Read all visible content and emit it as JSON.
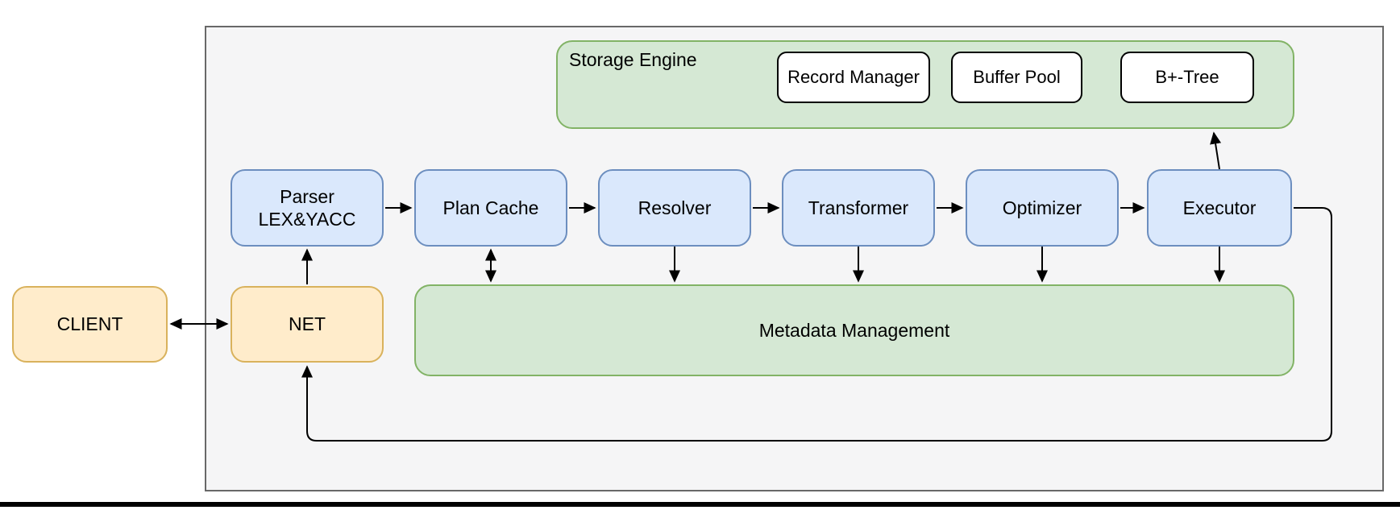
{
  "groups": {
    "storage_engine": {
      "label": "Storage Engine"
    },
    "metadata_management": {
      "label": "Metadata Management"
    }
  },
  "nodes": {
    "client": {
      "label": "CLIENT"
    },
    "net": {
      "label": "NET"
    },
    "parser": {
      "line1": "Parser",
      "line2": "LEX&YACC"
    },
    "plan_cache": {
      "label": "Plan Cache"
    },
    "resolver": {
      "label": "Resolver"
    },
    "transformer": {
      "label": "Transformer"
    },
    "optimizer": {
      "label": "Optimizer"
    },
    "executor": {
      "label": "Executor"
    },
    "record_manager": {
      "label": "Record Manager"
    },
    "buffer_pool": {
      "label": "Buffer Pool"
    },
    "b_plus_tree": {
      "label": "B+-Tree"
    }
  },
  "edges": [
    {
      "from": "client",
      "to": "net",
      "style": "bidirectional"
    },
    {
      "from": "net",
      "to": "parser",
      "style": "directed"
    },
    {
      "from": "parser",
      "to": "plan_cache",
      "style": "directed"
    },
    {
      "from": "plan_cache",
      "to": "resolver",
      "style": "directed"
    },
    {
      "from": "resolver",
      "to": "transformer",
      "style": "directed"
    },
    {
      "from": "transformer",
      "to": "optimizer",
      "style": "directed"
    },
    {
      "from": "optimizer",
      "to": "executor",
      "style": "directed"
    },
    {
      "from": "plan_cache",
      "to": "metadata_management",
      "style": "bidirectional"
    },
    {
      "from": "resolver",
      "to": "metadata_management",
      "style": "directed"
    },
    {
      "from": "transformer",
      "to": "metadata_management",
      "style": "directed"
    },
    {
      "from": "optimizer",
      "to": "metadata_management",
      "style": "directed"
    },
    {
      "from": "executor",
      "to": "metadata_management",
      "style": "directed"
    },
    {
      "from": "executor",
      "to": "storage_engine",
      "style": "directed"
    },
    {
      "from": "executor",
      "to": "net",
      "style": "directed"
    }
  ],
  "colors": {
    "pipeline_fill": "#dae8fc",
    "pipeline_stroke": "#6c8ebf",
    "endpoint_fill": "#ffeccb",
    "endpoint_stroke": "#d9b25c",
    "group_fill": "#d5e8d4",
    "group_stroke": "#82b366",
    "system_fill": "#f5f5f6",
    "system_stroke": "#686868",
    "storage_child_fill": "#ffffff",
    "storage_child_stroke": "#000000",
    "edge": "#000000",
    "bottom_rule": "#000000"
  }
}
